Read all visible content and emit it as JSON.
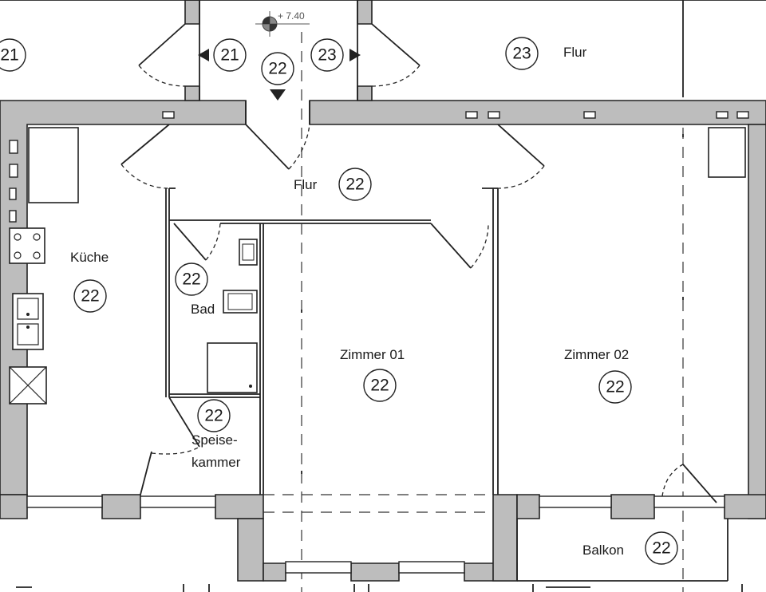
{
  "elevation": "+ 7.40",
  "rooms": {
    "kueche": "Küche",
    "flur_main": "Flur",
    "flur_top": "Flur",
    "bad": "Bad",
    "speisekammer_1": "Speise-",
    "speisekammer_2": "kammer",
    "zimmer01": "Zimmer 01",
    "zimmer02": "Zimmer 02",
    "balkon": "Balkon"
  },
  "unit_markers": {
    "u21_left": "21",
    "u21_door": "21",
    "u22_stair": "22",
    "u23_door": "23",
    "u23_right": "23",
    "u22_flur": "22",
    "u22_kueche": "22",
    "u22_bad": "22",
    "u22_speise": "22",
    "u22_z01": "22",
    "u22_z02": "22",
    "u22_balkon": "22"
  },
  "colors": {
    "wall_fill": "#bdbdbd",
    "line": "#222222",
    "background": "#ffffff"
  },
  "icons": [
    "elevation-marker-icon",
    "arrow-left-icon",
    "arrow-right-icon",
    "arrow-down-icon",
    "stove-icon",
    "sink-icon",
    "shower-icon",
    "toilet-icon",
    "washbasin-icon"
  ]
}
